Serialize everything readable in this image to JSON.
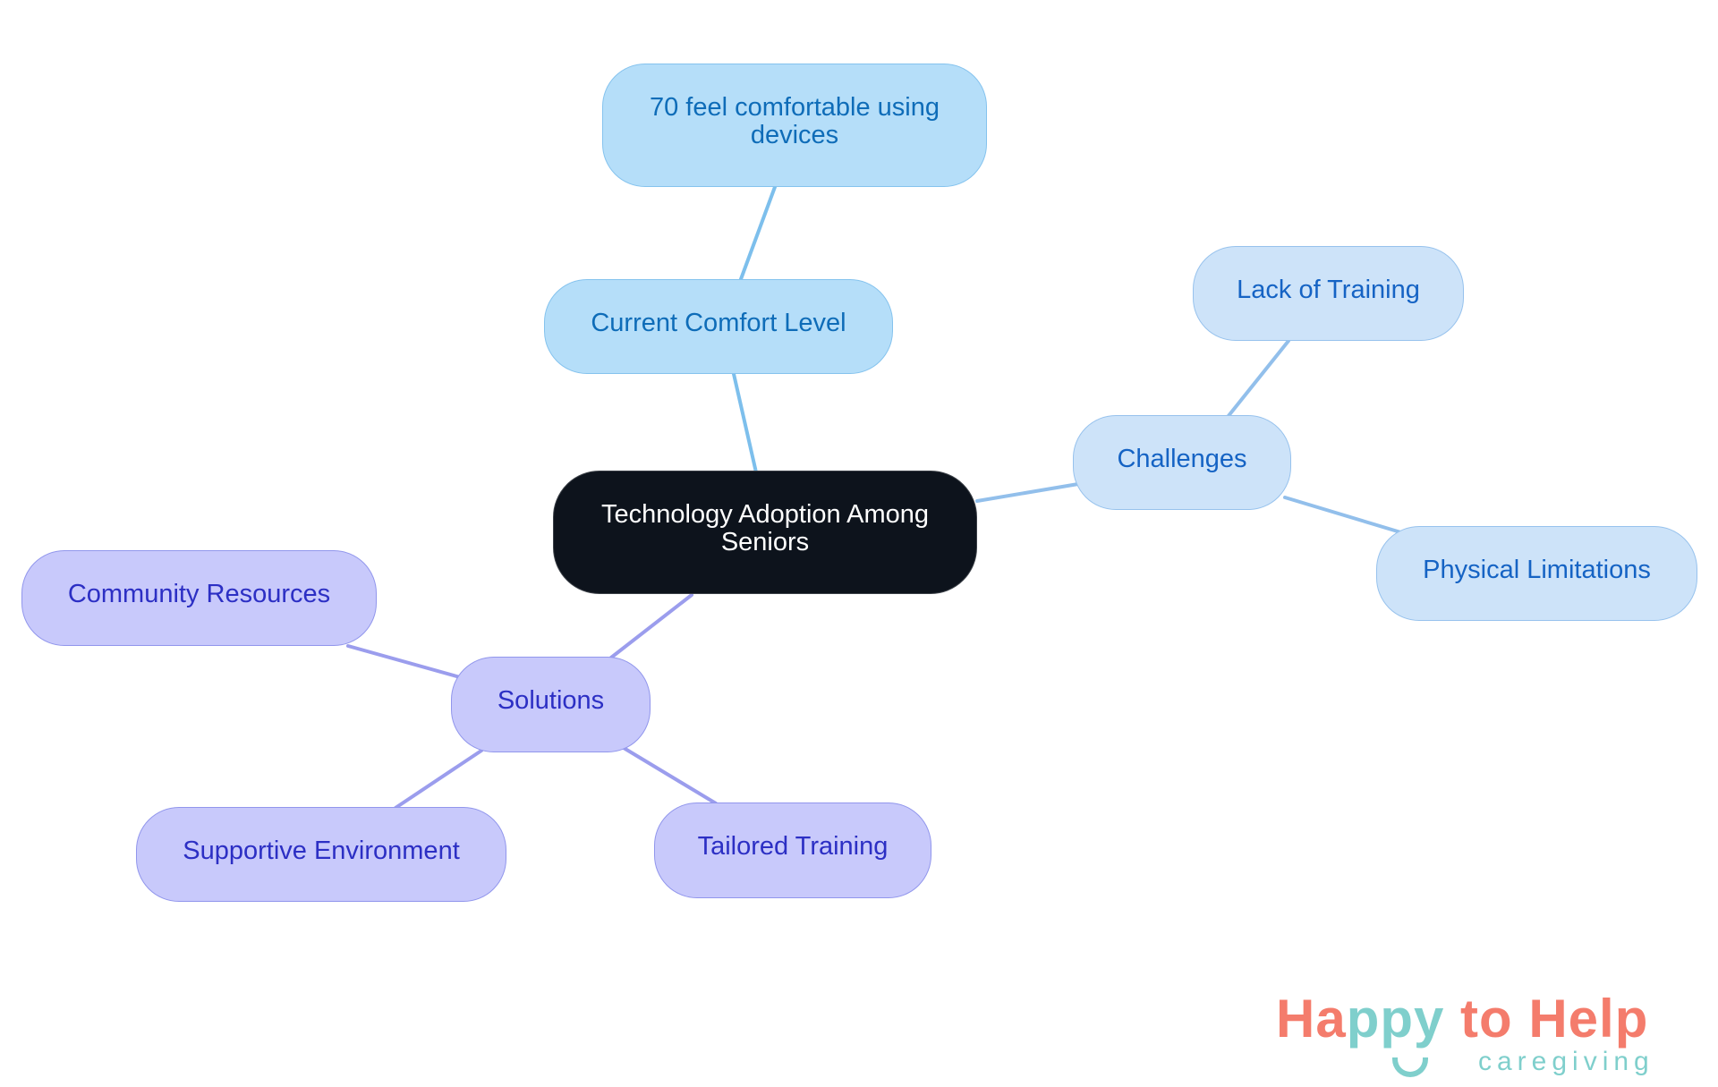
{
  "diagram": {
    "type": "mind-map",
    "root": {
      "id": "root",
      "label": "Technology Adoption Among Seniors"
    },
    "colors": {
      "root_fill": "#0d131c",
      "root_text": "#ffffff",
      "comfort_fill": "#b5def9",
      "comfort_stroke": "#85c3ee",
      "comfort_text": "#0e6cb8",
      "challenge_fill": "#cde3f9",
      "challenge_stroke": "#97c2ed",
      "challenge_text": "#1563c4",
      "solution_fill": "#c8c9fb",
      "solution_stroke": "#9196ec",
      "solution_text": "#2c2fc4"
    },
    "nodes": {
      "root": {
        "label": "Technology Adoption Among Seniors"
      },
      "comfort": {
        "label": "Current Comfort Level"
      },
      "comfort_stat": {
        "label": "70 feel comfortable using devices"
      },
      "challenges": {
        "label": "Challenges"
      },
      "lack_training": {
        "label": "Lack of Training"
      },
      "physical": {
        "label": "Physical Limitations"
      },
      "solutions": {
        "label": "Solutions"
      },
      "community": {
        "label": "Community Resources"
      },
      "supportive": {
        "label": "Supportive Environment"
      },
      "tailored": {
        "label": "Tailored Training"
      }
    },
    "edges": [
      {
        "from": "root",
        "to": "comfort"
      },
      {
        "from": "comfort",
        "to": "comfort_stat"
      },
      {
        "from": "root",
        "to": "challenges"
      },
      {
        "from": "challenges",
        "to": "lack_training"
      },
      {
        "from": "challenges",
        "to": "physical"
      },
      {
        "from": "root",
        "to": "solutions"
      },
      {
        "from": "solutions",
        "to": "community"
      },
      {
        "from": "solutions",
        "to": "supportive"
      },
      {
        "from": "solutions",
        "to": "tailored"
      }
    ]
  },
  "logo": {
    "part1": "Ha",
    "part2": "ppy",
    "part3": " to Help",
    "subtitle": "caregiving"
  }
}
